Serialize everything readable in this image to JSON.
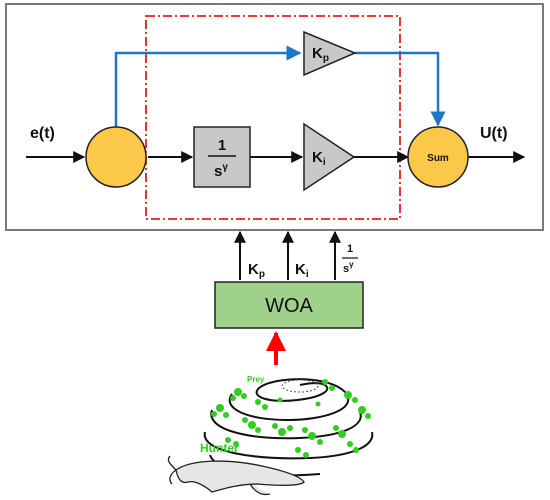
{
  "input_signal": "e(t)",
  "output_signal": "U(t)",
  "blocks": {
    "kp_gain": {
      "main": "K",
      "sub": "p"
    },
    "ki_gain": {
      "main": "K",
      "sub": "i"
    },
    "integrator": {
      "numerator": "1",
      "denominator": "s",
      "exponent": "γ"
    },
    "sum": "Sum",
    "optimizer": "WOA"
  },
  "tuned_params": {
    "kp": {
      "main": "K",
      "sub": "p"
    },
    "ki": {
      "main": "K",
      "sub": "i"
    },
    "gamma": {
      "numerator": "1",
      "denominator": "s",
      "exponent": "γ"
    }
  },
  "illustration": {
    "prey_label": "Prey",
    "hunter_label": "Hunter"
  },
  "colors": {
    "signal_blue": "#1f77c4",
    "sum_fill": "#fcc84a",
    "gain_fill": "#c8c8c8",
    "woa_fill": "#9fd18b",
    "dashed_red": "#e0201c",
    "arrow_red": "#ff0000",
    "green": "#33cc22"
  }
}
